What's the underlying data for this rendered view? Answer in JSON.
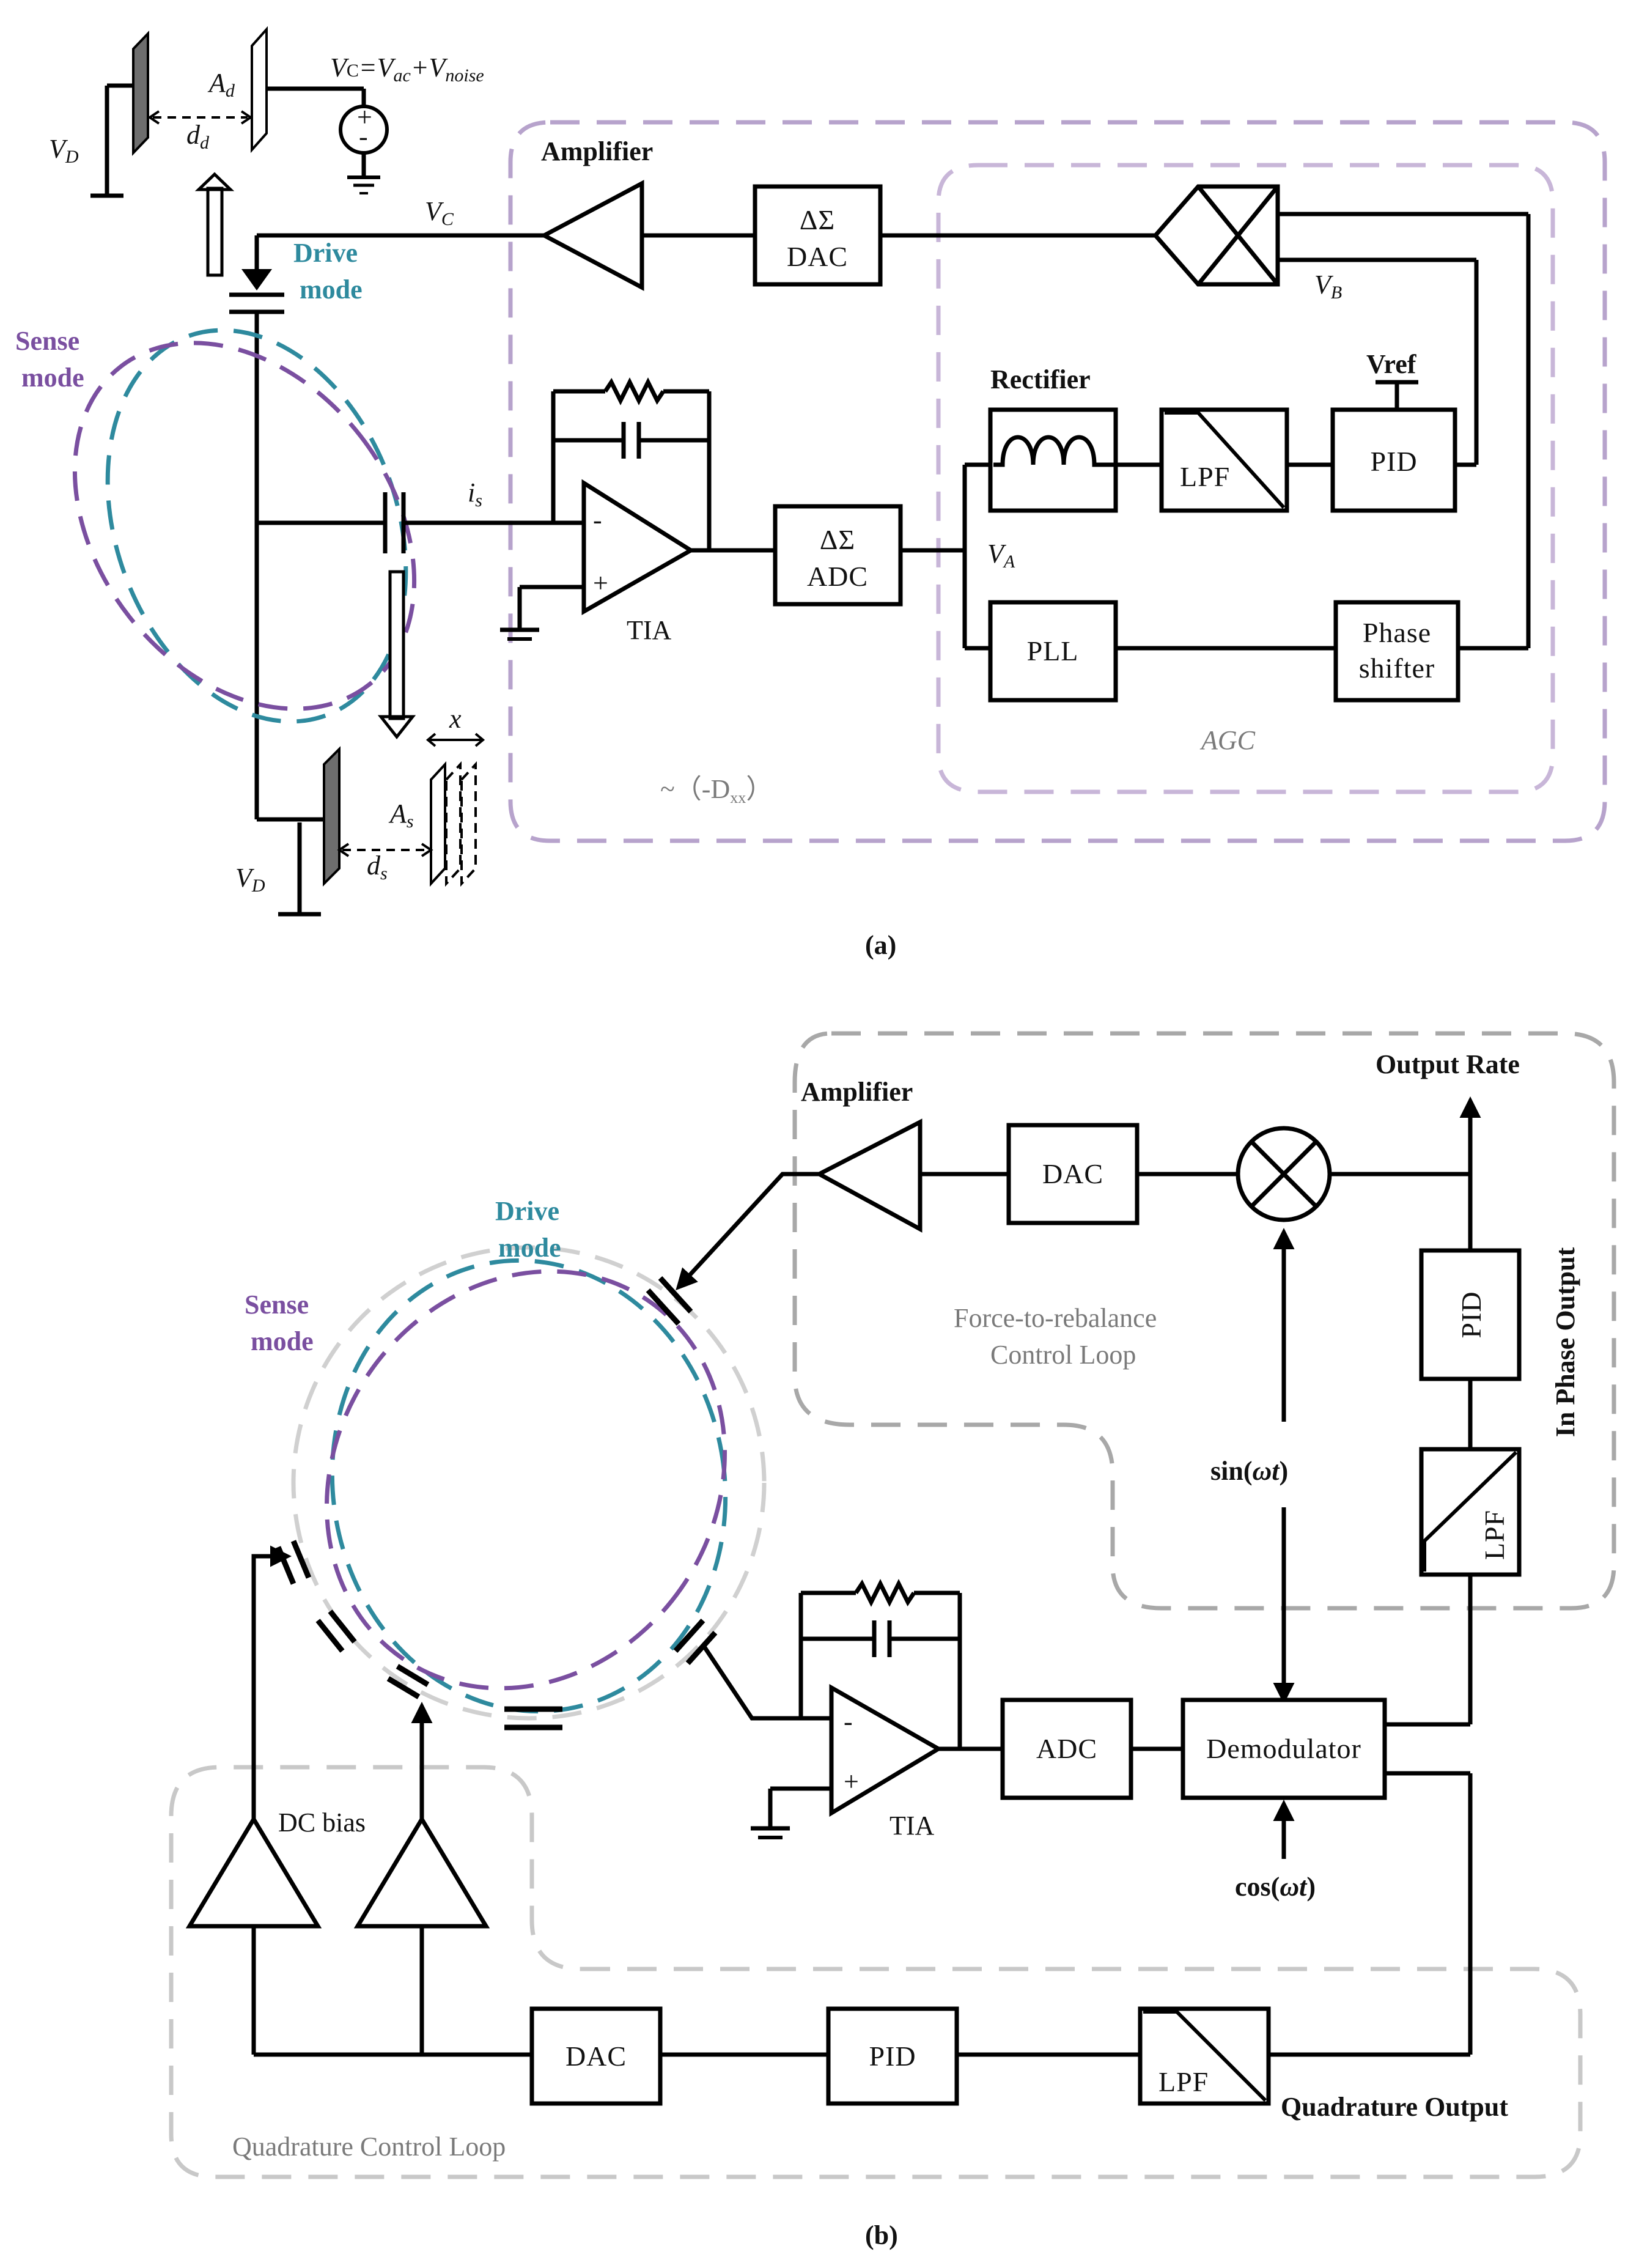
{
  "colors": {
    "agc_loop": "#C8B6D8",
    "outer_loop_a": "#B7A3CC",
    "loop_gray": "#A8A8A8",
    "loop_light": "#C8C8C8",
    "drive_mode": "#2E8A9E",
    "sense_mode": "#7A4FA0",
    "electrode_fill": "#6E6E6E",
    "text_gray": "#7A7A7A"
  },
  "icons": [
    "amplifier-triangle",
    "op-amp",
    "mixer-x",
    "inductor",
    "resistor",
    "capacitor",
    "ground",
    "voltage-source",
    "arrow"
  ],
  "panel_a": {
    "caption": "(a)",
    "vc_eq_main": "V",
    "vc_eq_sub": "C",
    "vc_eq_rest": "=V",
    "vc_eq_ac": "ac",
    "vc_eq_plus": "+V",
    "vc_eq_noise": "noise",
    "ad_main": "A",
    "ad_sub": "d",
    "dd_main": "d",
    "dd_sub": "d",
    "vd_top_main": "V",
    "vd_top_sub": "D",
    "vd_bot_main": "V",
    "vd_bot_sub": "D",
    "vc_main": "V",
    "vc_sub": "C",
    "drive_mode_1": "Drive",
    "drive_mode_2": "mode",
    "sense_mode_1": "Sense",
    "sense_mode_2": "mode",
    "is_main": "i",
    "is_sub": "s",
    "as_main": "A",
    "as_sub": "s",
    "ds_main": "d",
    "ds_sub": "s",
    "x_label": "x",
    "amplifier": "Amplifier",
    "dsdac_1": "ΔΣ",
    "dsdac_2": "DAC",
    "dsadc_1": "ΔΣ",
    "dsadc_2": "ADC",
    "vb_main": "V",
    "vb_sub": "B",
    "va_main": "V",
    "va_sub": "A",
    "rectifier": "Rectifier",
    "lpf": "LPF",
    "pid": "PID",
    "vref": "Vref",
    "tia": "TIA",
    "pll": "PLL",
    "phase_1": "Phase",
    "phase_2": "shifter",
    "agc": "AGC",
    "dxx_pre": "~（-D",
    "dxx_sub": "xx",
    "dxx_post": "）"
  },
  "panel_b": {
    "caption": "(b)",
    "amplifier": "Amplifier",
    "dac_top": "DAC",
    "output_rate": "Output Rate",
    "drive_mode_1": "Drive",
    "drive_mode_2": "mode",
    "sense_mode_1": "Sense",
    "sense_mode_2": "mode",
    "ftr_1": "Force-to-rebalance",
    "ftr_2": "Control Loop",
    "pid_v": "PID",
    "lpf_v": "LPF",
    "in_phase": "In Phase Output",
    "sin_pre": "sin(",
    "sin_w": "ωt",
    "sin_post": ")",
    "tia": "TIA",
    "adc": "ADC",
    "demod": "Demodulator",
    "cos_pre": "cos(",
    "cos_w": "ωt",
    "cos_post": ")",
    "dc_bias": "DC bias",
    "dac_bottom": "DAC",
    "pid_bottom": "PID",
    "lpf_bottom": "LPF",
    "quad_output": "Quadrature Output",
    "quad_loop": "Quadrature Control Loop"
  }
}
